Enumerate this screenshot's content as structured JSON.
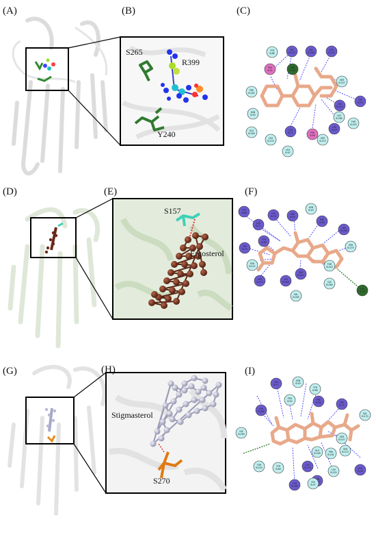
{
  "panels": {
    "a": {
      "label": "(A)"
    },
    "b": {
      "label": "(B)",
      "residues": [
        "S265",
        "R399",
        "Y240"
      ]
    },
    "c": {
      "label": "(C)",
      "nodes": [
        "TYR\nB:88",
        "VAL\nB:170",
        "VAL\nB:266",
        "LEU\nB:247",
        "PRO\nB:92",
        "SER\nB:267",
        "SER\nB:157",
        "PHE\nB:161",
        "TRP\nB:75",
        "LEU\nB:155",
        "ASN\nB:93",
        "LEU\nB:268",
        "THR\nB:243",
        "LEU\nB:78",
        "GLU\nB:169",
        "LEU\nB:174",
        "LEU\nB:71",
        "PHE\nB:96",
        "SER\nB:270",
        "LEU\nB:97"
      ]
    },
    "d": {
      "label": "(D)"
    },
    "e": {
      "label": "(E)",
      "residues": [
        "S157",
        "Ergosterol"
      ]
    },
    "f": {
      "label": "(F)",
      "nodes": [
        "TYR\nB:88",
        "ASN\nB:93",
        "PHE\nB:92",
        "LEU\nB:78",
        "LEU\nB:71",
        "PHE\nB:96",
        "TRP\nB:75",
        "TYR\nB:69",
        "LEU\nB:266",
        "SER\nB:157",
        "SER\nB:270",
        "LEU\nB:174",
        "SER\nB:267",
        "LEU\nB:268",
        "THR\nB:243",
        "VAL\nB:265",
        "GLY\nB:269",
        "LEU\nB:78"
      ]
    },
    "g": {
      "label": "(G)"
    },
    "h": {
      "label": "(H)",
      "residues": [
        "Stigmasterol",
        "S270"
      ]
    },
    "i": {
      "label": "(I)",
      "nodes": [
        "LEU\nB:71",
        "PRO\nB:92",
        "ASN\nB:93",
        "TYR\nB:88",
        "PHE\nB:96",
        "LEU\nB:266",
        "GLY\nB:269",
        "TRP\nB:75",
        "VAL\nB:170",
        "SER\nB:157",
        "SER\nB:270",
        "THR\nB:243",
        "TYR\nB:69",
        "LEU\nB:174",
        "GLU\nB:169",
        "PHE\nB:161",
        "LEU\nB:268",
        "SER\nB:267",
        "LEU\nB:155",
        "LEU\nB:97",
        "LEU\nB:78"
      ]
    }
  },
  "colors": {
    "ligand": "#e8a98a",
    "dark_node": "#6a5acd",
    "light_node": "#bfeeee",
    "pink_node": "#e070c0",
    "green_node": "#2e6b2e",
    "hbond": "#2a7a2a",
    "hydrophobic": "#2a2aff"
  }
}
